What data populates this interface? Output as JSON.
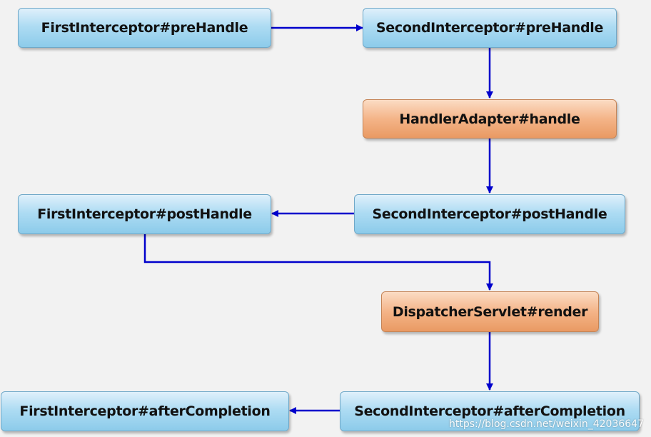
{
  "nodes": {
    "first_pre": "FirstInterceptor#preHandle",
    "second_pre": "SecondInterceptor#preHandle",
    "adapter_handle": "HandlerAdapter#handle",
    "second_post": "SecondInterceptor#postHandle",
    "first_post": "FirstInterceptor#postHandle",
    "render": "DispatcherServlet#render",
    "second_after": "SecondInterceptor#afterCompletion",
    "first_after": "FirstInterceptor#afterCompletion"
  },
  "watermark": "https://blog.csdn.net/weixin_42036647",
  "colors": {
    "interceptor_node": "#a9d9f1",
    "core_node": "#f1ad80",
    "arrow": "#0000cc",
    "background": "#f2f2f2"
  }
}
